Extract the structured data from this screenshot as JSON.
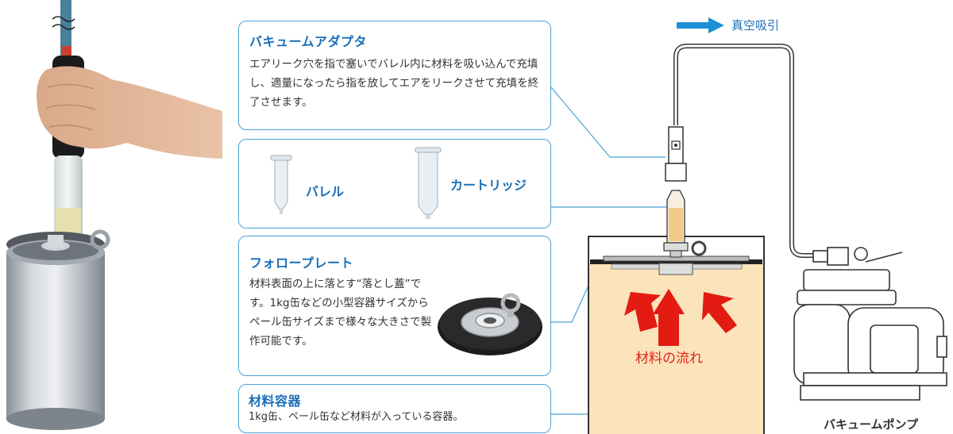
{
  "boxes": {
    "adapter": {
      "title": "バキュームアダプタ",
      "body": "エアリーク穴を指で塞いでバレル内に材料を吸い込んで充填し、適量になったら指を放してエアをリークさせて充填を終了させます。"
    },
    "barrel_box": {
      "barrel_label": "バレル",
      "cartridge_label": "カートリッジ"
    },
    "plate": {
      "title": "フォロープレート",
      "body": "材料表面の上に落とす“落とし蓋”です。1kg缶などの小型容器サイズからペール缶サイズまで様々な大きさで製作可能です。"
    },
    "material": {
      "title": "材料容器",
      "body": "1kg缶、ペール缶など材料が入っている容器。"
    }
  },
  "diagram": {
    "vacuum_label": "真空吸引",
    "flow_label": "材料の流れ",
    "pump_label": "バキュームポンプ"
  },
  "colors": {
    "accent_blue": "#1a6fb8",
    "box_border": "#4aa3d8",
    "arrow_red": "#e31b13",
    "material_fill": "#fbe3bb",
    "vacuum_arrow": "#1d8fd6"
  }
}
